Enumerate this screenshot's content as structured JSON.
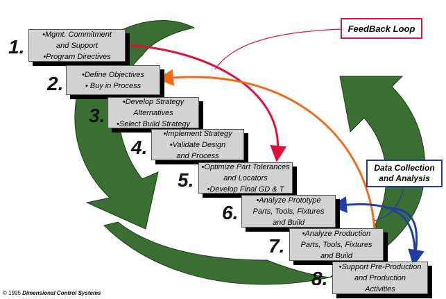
{
  "colors": {
    "green_arrow": "#3a6e32",
    "red_arrow": "#e0103c",
    "orange_arrow": "#ef6a1a",
    "blue_arrow": "#1f3fa6",
    "feedback_border": "#d01a3c",
    "data_border": "#1f3f8f",
    "box_fill": "#d2d2d2"
  },
  "steps": [
    {
      "number": "1.",
      "lines": [
        "•Mgmt. Commitment",
        "and Support",
        "•Program Directives"
      ]
    },
    {
      "number": "2.",
      "lines": [
        "•Define Objectives",
        "• Buy in Process"
      ]
    },
    {
      "number": "3.",
      "lines": [
        "•Develop Strategy",
        "Alternatives",
        "•Select Build Strategy"
      ]
    },
    {
      "number": "4.",
      "lines": [
        "•Implement Strategy",
        "•Validate Design",
        "and Process"
      ]
    },
    {
      "number": "5.",
      "lines": [
        "•Optimize Part Tolerances",
        "and Locators",
        "•Develop Final GD & T"
      ]
    },
    {
      "number": "6.",
      "lines": [
        "•Analyze Prototype",
        "Parts, Tools, Fixtures",
        "and Build"
      ]
    },
    {
      "number": "7.",
      "lines": [
        "•Analyze Production",
        "Parts, Tools, Fixtures",
        "and Build"
      ]
    },
    {
      "number": "8.",
      "lines": [
        "•Support Pre-Production",
        "and Production",
        "Activities"
      ]
    }
  ],
  "callouts": {
    "feedback": "FeedBack Loop",
    "data_collection_line1": "Data Collection",
    "data_collection_line2": "and Analysis"
  },
  "footer": {
    "copyright_prefix": "© 1995",
    "company": "Dimensional Control Systems"
  }
}
